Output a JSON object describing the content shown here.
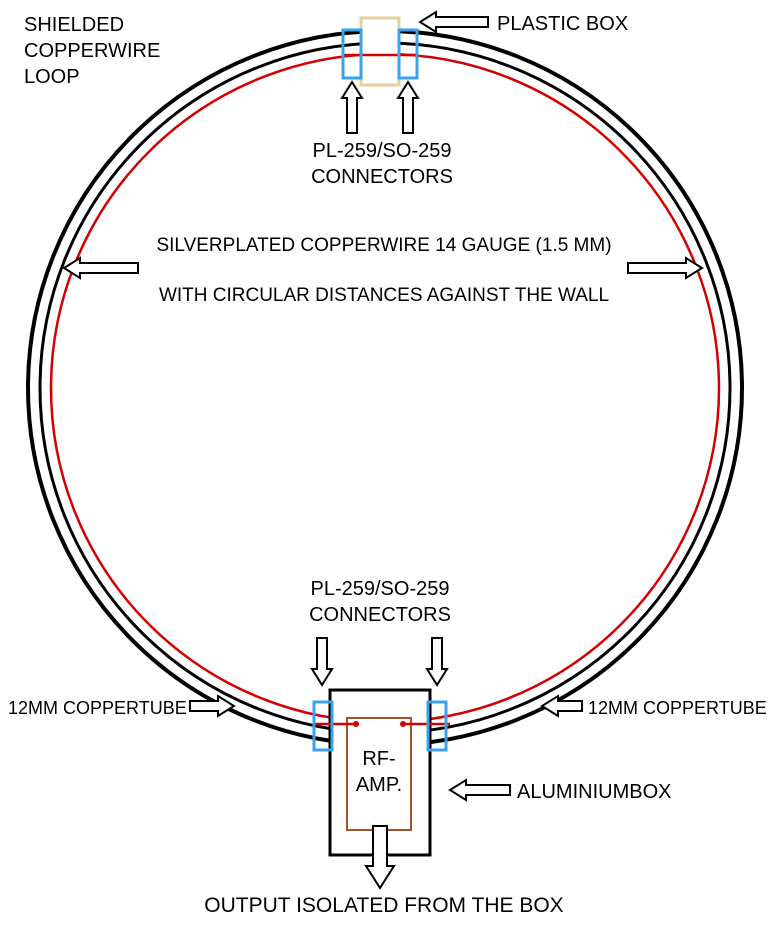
{
  "labels": {
    "shielded_loop": "SHIELDED\nCOPPERWIRE\nLOOP",
    "plastic_box": "PLASTIC BOX",
    "top_connectors": "PL-259/SO-259\nCONNECTORS",
    "wire_line1": "SILVERPLATED COPPERWIRE 14 GAUGE (1.5 MM)",
    "wire_line2": "WITH CIRCULAR DISTANCES AGAINST THE WALL",
    "bottom_connectors": "PL-259/SO-259\nCONNECTORS",
    "coppertube_left": "12MM COPPERTUBE",
    "coppertube_right": "12MM COPPERTUBE",
    "rf_amp": "RF-\nAMP.",
    "aluminium_box": "ALUMINIUMBOX",
    "output": "OUTPUT ISOLATED FROM THE BOX"
  },
  "colors": {
    "tube": "#000000",
    "copper_wire": "#d40000",
    "connector_blue": "#3aa2e8",
    "plastic_box_tan": "#e3cf9b",
    "rf_amp_brown": "#a0522d",
    "background": "#ffffff"
  }
}
